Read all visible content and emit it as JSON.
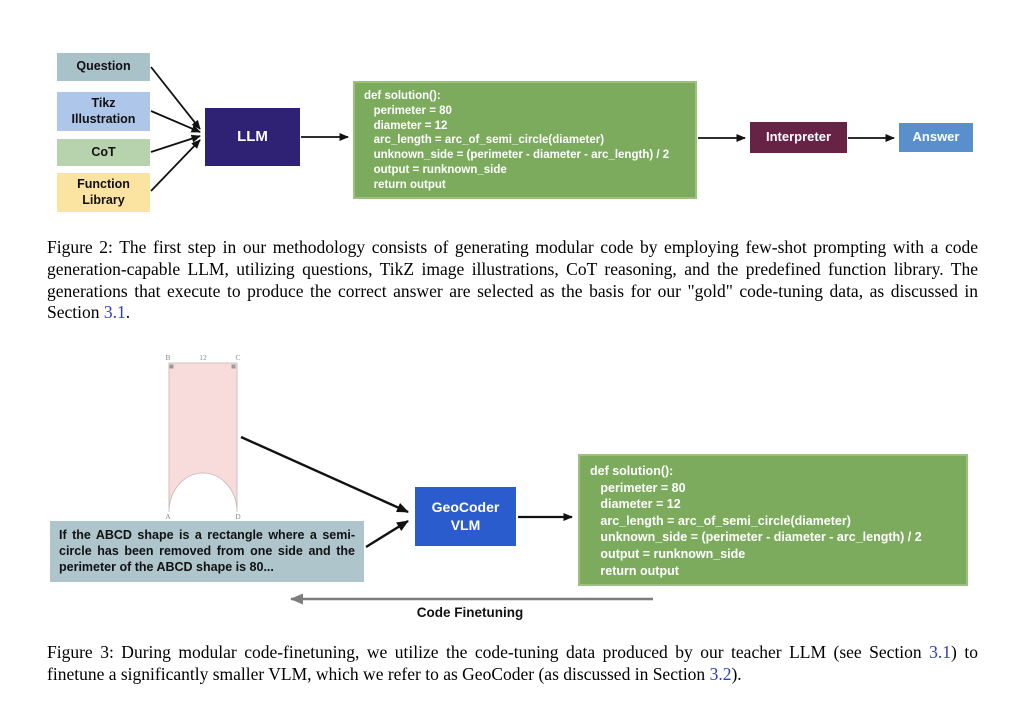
{
  "colors": {
    "question_box": "#a9c1c8",
    "tikz_box": "#aec6ea",
    "cot_box": "#b6d3ae",
    "function_box": "#fbe4a2",
    "llm_box": "#2f2173",
    "code_box_bg": "#7cab5e",
    "code_box_border": "#9cc17d",
    "interpreter_box": "#662345",
    "answer_box": "#5a8fce",
    "geocoder_box": "#2b5ccd",
    "prompt_box": "#adc5cb",
    "shape_fill": "#f8dcdc",
    "arrow_black": "#111111",
    "arrow_gray": "#7d7d7d",
    "section_link": "#2b3cc4"
  },
  "figure2": {
    "inputs": {
      "question": "Question",
      "tikz": "Tikz\nIllustration",
      "cot": "CoT",
      "function_library": "Function\nLibrary"
    },
    "llm_label": "LLM",
    "code": "def solution():\n   perimeter = 80\n   diameter = 12\n   arc_length = arc_of_semi_circle(diameter)\n   unknown_side = (perimeter - diameter - arc_length) / 2\n   output = runknown_side\n   return output",
    "interpreter_label": "Interpreter",
    "answer_label": "Answer",
    "caption": {
      "part1": "Figure 2: The first step in our methodology consists of generating modular code by employing few-shot prompting with a code generation-capable LLM, utilizing questions, TikZ image illustrations, CoT reasoning, and the predefined function library. The generations that execute to produce the correct answer are selected as the basis for our \"gold\" code-tuning data, as discussed in Section ",
      "link1": "3.1",
      "part2": "."
    }
  },
  "figure3": {
    "shape_labels": {
      "top_left": "B",
      "top_mid": "12",
      "top_right": "C",
      "bottom_left": "A",
      "bottom_right": "D"
    },
    "prompt_text": "If the ABCD shape is a rectangle where a semi-circle has been removed from one side and the perimeter of the ABCD shape is 80...",
    "geocoder_label": "GeoCoder\nVLM",
    "code": "def solution():\n   perimeter = 80\n   diameter = 12\n   arc_length = arc_of_semi_circle(diameter)\n   unknown_side = (perimeter - diameter - arc_length) / 2\n   output = runknown_side\n   return output",
    "finetune_label": "Code Finetuning",
    "caption": {
      "part1": "Figure 3: During modular code-finetuning, we utilize the code-tuning data produced by our teacher LLM (see Section ",
      "link1": "3.1",
      "part2": ") to finetune a significantly smaller VLM, which we refer to as GeoCoder (as discussed in Section ",
      "link2": "3.2",
      "part3": ")."
    }
  }
}
